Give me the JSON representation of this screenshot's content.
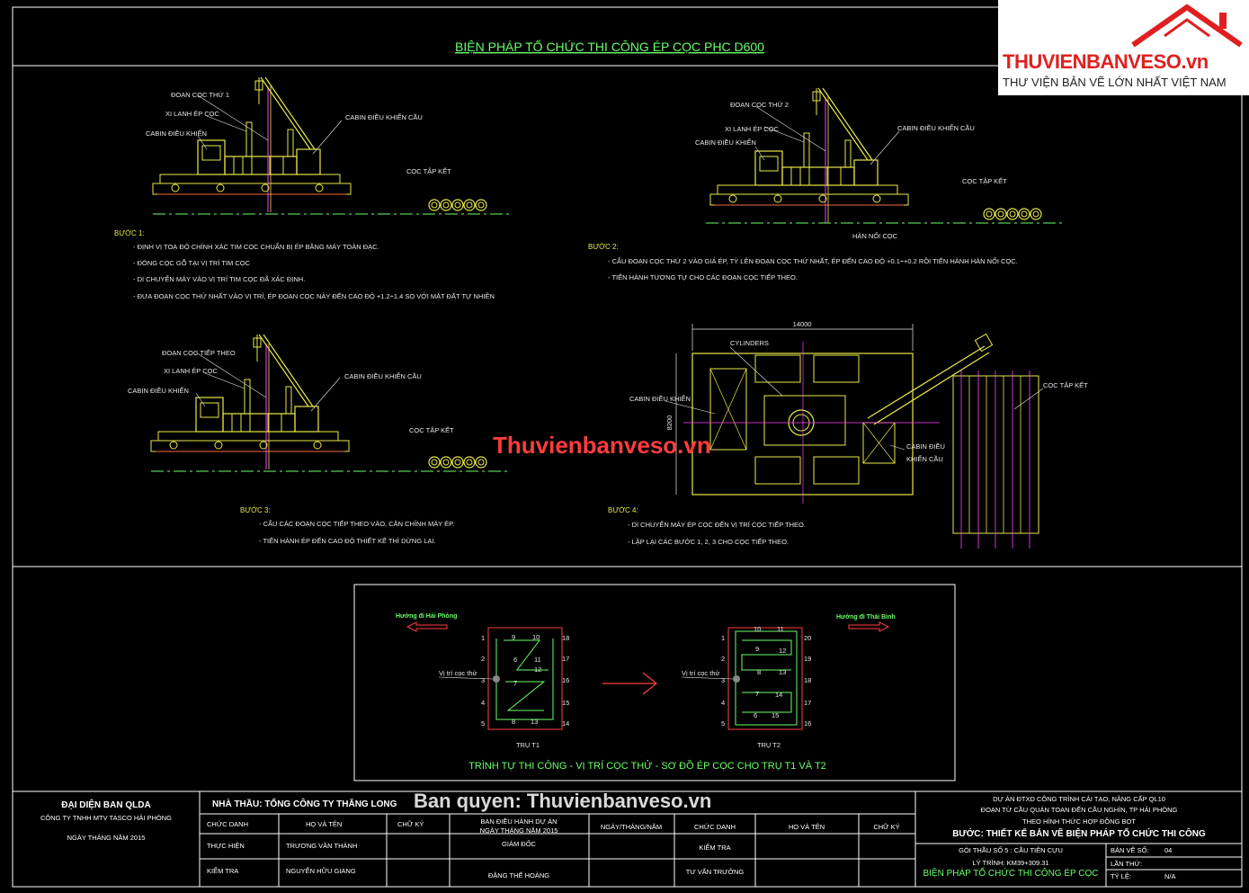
{
  "title": "BIỆN PHÁP TỔ CHỨC THI CÔNG ÉP CỌC PHC D600",
  "logo": {
    "brand": "THUVIENBANVESO.vn",
    "tagline": "THƯ VIỆN BẢN VẼ LỚN NHẤT VIỆT NAM"
  },
  "watermark": "Thuvienbanveso.vn",
  "copyright": "Ban quyen: Thuvienbanveso.vn",
  "step1": {
    "heading": "BƯỚC 1:",
    "labels": [
      "ĐOẠN CỌC THỨ 1",
      "XI LANH ÉP CỌC",
      "CABIN ĐIỀU KHIỂN",
      "CABIN ĐIỀU KHIỂN CẦU",
      "CỌC TẬP KẾT"
    ],
    "lines": [
      "- ĐỊNH VỊ TOẠ ĐỘ CHÍNH XÁC TIM CỌC CHUẨN BỊ ÉP BẰNG MÁY TOÀN ĐẠC.",
      "- ĐÓNG CỌC GỖ TẠI VỊ TRÍ TIM CỌC",
      "- DI CHUYỂN MÁY VÀO VỊ TRÍ TIM CỌC ĐÃ XÁC ĐỊNH.",
      "- ĐƯA ĐOẠN CỌC THỨ NHẤT VÀO VỊ TRÍ, ÉP ĐOẠN CỌC NÀY ĐẾN CAO ĐỘ +1.2÷1.4 SO VỚI MẶT ĐẤT TỰ NHIÊN"
    ]
  },
  "step2": {
    "heading": "BƯỚC 2:",
    "labels": [
      "ĐOẠN CỌC THỨ 2",
      "XI LANH ÉP CỌC",
      "CABIN ĐIỀU KHIỂN",
      "CABIN ĐIỀU KHIỂN CẦU",
      "CỌC TẬP KẾT",
      "HÀN NỐI CỌC"
    ],
    "lines": [
      "- CẨU ĐOẠN CỌC THỨ 2 VÀO GIÁ ÉP, TỲ LÊN ĐOẠN CỌC THỨ NHẤT, ÉP ĐẾN CAO ĐỘ +0.1÷+0.2 RỒI TIẾN HÀNH HÀN NỐI CỌC.",
      "- TIẾN HÀNH TƯƠNG TỰ CHO CÁC ĐOẠN CỌC TIẾP THEO."
    ]
  },
  "step3": {
    "heading": "BƯỚC 3:",
    "labels": [
      "ĐOẠN CỌC TIẾP THEO",
      "XI LANH ÉP CỌC",
      "CABIN ĐIỀU KHIỂN",
      "CABIN ĐIỀU KHIỂN CẦU",
      "CỌC TẬP KẾT"
    ],
    "lines": [
      "- CẨU CÁC ĐOẠN CỌC TIẾP THEO VÀO, CĂN CHỈNH MÁY ÉP.",
      "- TIẾN HÀNH ÉP ĐẾN CAO ĐỘ THIẾT KẾ THÌ DỪNG LẠI."
    ]
  },
  "step4": {
    "heading": "BƯỚC 4:",
    "dim_w": "14000",
    "dim_h": "8200",
    "labels": [
      "CYLINDERS",
      "CABIN ĐIỀU KHIỂN",
      "CABIN ĐIỀU",
      "KHIỂN CẦU",
      "CỌC TẬP KẾT"
    ],
    "lines": [
      "- DI CHUYỂN MÁY ÉP CỌC ĐẾN VỊ TRÍ CỌC TIẾP THEO.",
      "- LẶP LẠI CÁC BƯỚC 1, 2, 3 CHO CỌC TIẾP THEO."
    ]
  },
  "sequence": {
    "caption": "TRÌNH TỰ THI CÔNG - VỊ TRÍ CỌC THỬ - SƠ ĐỒ ÉP CỌC CHO TRỤ T1 VÀ T2",
    "dir_left": "Hướng đi Hải Phòng",
    "dir_right": "Hướng đi Thái Bình",
    "test_pile": "Vị trí cọc thử",
    "t1": {
      "name": "TRỤ T1",
      "left": [
        "1",
        "2",
        "3",
        "4",
        "5"
      ],
      "right": [
        "18",
        "17",
        "16",
        "15",
        "14"
      ],
      "inner": [
        "9",
        "10",
        "6",
        "11",
        "12",
        "7",
        "8",
        "13"
      ]
    },
    "t2": {
      "name": "TRỤ T2",
      "left": [
        "1",
        "2",
        "3",
        "4",
        "5"
      ],
      "right": [
        "20",
        "19",
        "18",
        "17",
        "16"
      ],
      "inner": [
        "10",
        "11",
        "9",
        "12",
        "8",
        "13",
        "7",
        "14",
        "6",
        "15"
      ]
    }
  },
  "titleblock": {
    "owner_rep": "ĐẠI DIỆN BAN QLDA",
    "owner_company": "CÔNG TY TNHH MTV TASCO HẢI PHÒNG",
    "owner_date": "NGÀY    THÁNG    NĂM 2015",
    "contractor": "NHÀ THẦU: TỔNG CÔNG TY THĂNG LONG",
    "col_position": "CHỨC DANH",
    "col_name": "HỌ VÀ TÊN",
    "col_sign": "CHỮ KÝ",
    "row1_role": "THỰC HIỆN",
    "row1_name": "TRƯƠNG VĂN THÀNH",
    "row2_role": "KIỂM TRA",
    "row2_name": "NGUYỄN HỮU GIANG",
    "board": "BAN ĐIỀU HÀNH DỰ ÁN",
    "board_date": "NGÀY    THÁNG    NĂM 2015",
    "director": "GIÁM ĐỐC",
    "director_name": "ĐẶNG THẾ HOÀNG",
    "col_date": "NGÀY/THÁNG/NĂM",
    "check": "KIỂM TRA",
    "consult": "TƯ VẤN TRƯỞNG",
    "project1": "DỰ ÁN ĐTXD CÔNG TRÌNH CẢI TẠO, NÂNG CẤP QL10",
    "project2": "ĐOẠN TỪ CẦU QUÁN TOAN ĐẾN CẦU NGHÌN, TP HẢI PHÒNG",
    "project3": "THEO HÌNH THỨC HỢP ĐỒNG BOT",
    "stage": "BƯỚC: THIẾT KẾ BẢN VẼ BIỆN PHÁP TỔ CHỨC THI CÔNG",
    "package": "GÓI THẦU SỐ 5 : CẦU TIÊN CỰU",
    "station": "LÝ TRÌNH: KM39+309.31",
    "drawing_title": "BIỆN PHÁP TỔ CHỨC THI CÔNG ÉP CỌC",
    "sheet_no_label": "BẢN VẼ SỐ:",
    "sheet_no": "04",
    "rev_label": "LẦN THỨ:",
    "scale_label": "TỶ LỆ:",
    "scale": "N/A"
  }
}
